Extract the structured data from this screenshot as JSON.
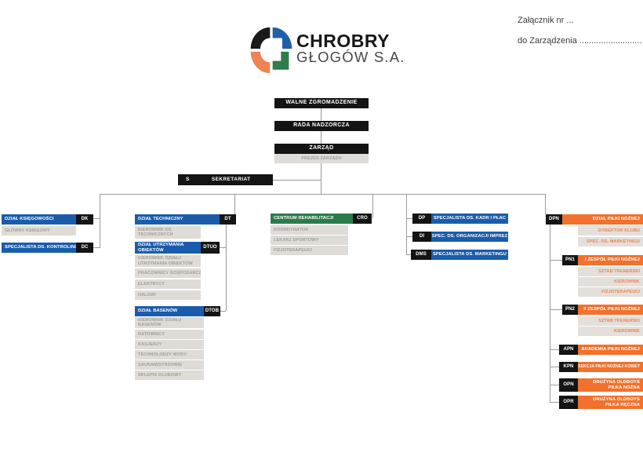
{
  "page": {
    "attachment_line1": "Załącznik nr ...",
    "attachment_line2": "do Zarządzenia ..........................",
    "logo_title": "CHROBRY",
    "logo_subtitle": "GŁOGÓW S.A."
  },
  "colors": {
    "blue": "#1A5CAB",
    "green": "#2B7B4B",
    "orange": "#F2712C",
    "black": "#141414",
    "gray_box": "#DFDBD7",
    "gray_text": "#A39E99",
    "orange_text": "#F0834E",
    "connector": "#9B9B9B",
    "logo_orange": "#EF8354",
    "logo_blue": "#2060A8",
    "logo_green": "#2E7D4B"
  },
  "org": {
    "walne": "WALNE ZGROMADZENIE",
    "rada": "RADA NADZORCZA",
    "zarzad": "ZARZĄD",
    "prezes": "PREZES ZARZĄDU",
    "sekretariat": {
      "code": "S",
      "label": "SEKRETARIAT"
    },
    "ksiegowosc": {
      "code": "DK",
      "label": "DZIAŁ KSIĘGOWOŚCI",
      "subs": [
        "GŁÓWNY KSIĘGOWY"
      ]
    },
    "kontroling": {
      "code": "DC",
      "label": "SPECJALISTA DS. KONTROLINGU"
    },
    "techniczny": {
      "code": "DT",
      "label": "DZIAŁ TECHNICZNY",
      "subs": [
        "KIEROWNIK DS. TECHNICZNYCH"
      ]
    },
    "utrzymanie": {
      "code": "DTUO",
      "label": "DZIAŁ UTRZYMANIA OBIEKTÓW",
      "subs": [
        "KIEROWNIK DZIAŁU UTRZYMANIA OBIEKTÓW",
        "PRACOWNICY GOSPODARCZY",
        "ELEKTRYCY",
        "HALOWI"
      ]
    },
    "baseny": {
      "code": "DTOB",
      "label": "DZIAŁ BASENÓW",
      "subs": [
        "KIEROWNIK DZIAŁU BASENÓW",
        "RATOWNICY",
        "KASJERZY",
        "TECHNOLODZY WODY",
        "SAUNAMISTRZOWIE",
        "SKLEPIK KLUBOWY"
      ]
    },
    "rehabilitacja": {
      "code": "CRO",
      "label": "CENTRUM REHABILITACJI",
      "subs": [
        "KOORDYNATOR",
        "LEKARZ SPORTOWY",
        "FIZJOTERAPEUCI"
      ]
    },
    "kadry": {
      "code": "DP",
      "label": "SPECJALISTA DS. KADR I PŁAC"
    },
    "imprezy": {
      "code": "DI",
      "label": "SPEC. DS. ORGANIZACJI IMPREZ"
    },
    "marketing": {
      "code": "DMS",
      "label": "SPECJALISTA DS. MARKETINGU"
    },
    "pilka": {
      "code": "DPN",
      "label": "DZIAŁ PIŁKI NOŻNEJ",
      "subs": [
        "DYREKTOR KLUBU",
        "SPEC. DS. MARKETINGU"
      ]
    },
    "zespol1": {
      "code": "PN1",
      "label": "I ZESPÓŁ PIŁKI NOŻNEJ",
      "subs": [
        "SZTAB TRENERSKI",
        "KIEROWNIK",
        "FIZJOTERAPEUCI"
      ]
    },
    "zespol2": {
      "code": "PN2",
      "label": "II ZESPÓŁ PIŁKI NOŻNEJ",
      "subs": [
        "SZTAB TRENERSKI",
        "KIEROWNIK"
      ]
    },
    "akademia": {
      "code": "APN",
      "label": "AKADEMIA PIŁKI NOŻNEJ"
    },
    "kobiety": {
      "code": "KPN",
      "label": "SEKCJA PIŁKI NOŻNEJ KOBIET"
    },
    "oldboys_nozna": {
      "code": "OPN",
      "label": "DRUŻYNA OLDBOYS PIŁKA NOŻNA"
    },
    "oldboys_reczna": {
      "code": "OPR",
      "label": "DRUŻYNA OLDBOYS PIŁKA RĘCZNA"
    }
  }
}
